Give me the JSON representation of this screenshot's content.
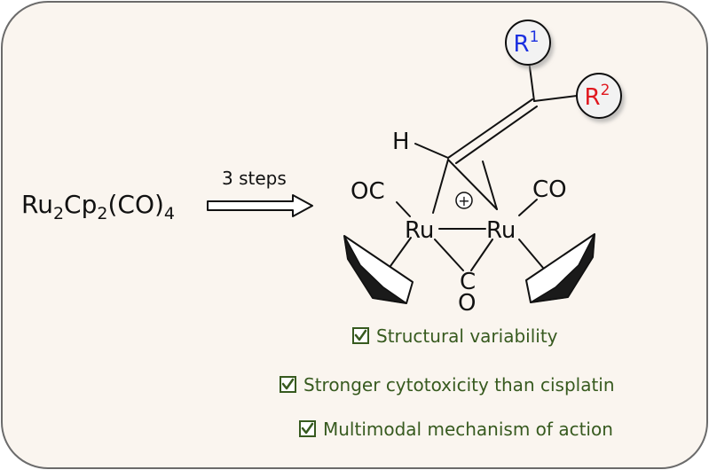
{
  "colors": {
    "panel_fill": "#faf5ef",
    "panel_stroke": "#6b6b6b",
    "ink": "#111111",
    "r1_text": "#1a2fe0",
    "r2_text": "#e0181f",
    "feature_text": "#375a1f"
  },
  "reaction": {
    "reactant": {
      "base": "Ru",
      "sub1": "2",
      "mid1": "Cp",
      "sub2": "2",
      "mid2": "(CO)",
      "sub3": "4"
    },
    "arrow_label": "3 steps"
  },
  "product": {
    "h_label": "H",
    "oc_left": "OC",
    "co_right": "CO",
    "ru_left": "Ru",
    "ru_right": "Ru",
    "bridge_c": "C",
    "bridge_o": "O",
    "charge": "+",
    "r1": {
      "base": "R",
      "sup": "1"
    },
    "r2": {
      "base": "R",
      "sup": "2"
    }
  },
  "features": [
    {
      "icon": "checkbox-icon",
      "text": "Structural variability"
    },
    {
      "icon": "checkbox-icon",
      "text": "Stronger cytotoxicity than cisplatin"
    },
    {
      "icon": "checkbox-icon",
      "text": "Multimodal mechanism of action"
    }
  ]
}
